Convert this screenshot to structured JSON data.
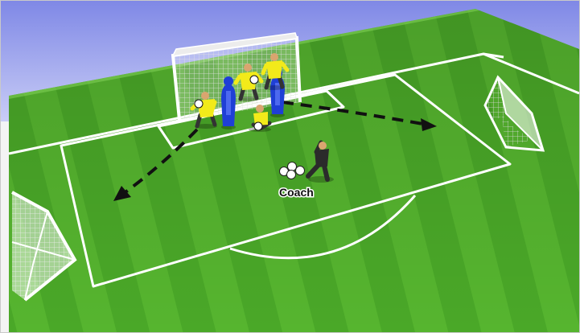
{
  "diagram": {
    "coach_label": "Coach",
    "colors": {
      "sky_top": "#7f88e6",
      "sky_bottom": "#c9cdf6",
      "grass_light": "#5fbe36",
      "grass_dark": "#3d8f1c",
      "field_lines": "#ffffff",
      "goalkeeper_jersey": "#f2ea1a",
      "mannequin": "#1f3fd6",
      "coach_kit": "#2b2b2b",
      "arrow": "#111111"
    },
    "players": [
      {
        "role": "goalkeeper"
      },
      {
        "role": "goalkeeper"
      },
      {
        "role": "goalkeeper"
      },
      {
        "role": "goalkeeper"
      },
      {
        "role": "coach"
      }
    ],
    "mannequins": 2,
    "goals": [
      "main-goal",
      "small-goal-right",
      "small-goal-left"
    ],
    "arrows": [
      "pass-arrow-right",
      "pass-arrow-left"
    ]
  }
}
